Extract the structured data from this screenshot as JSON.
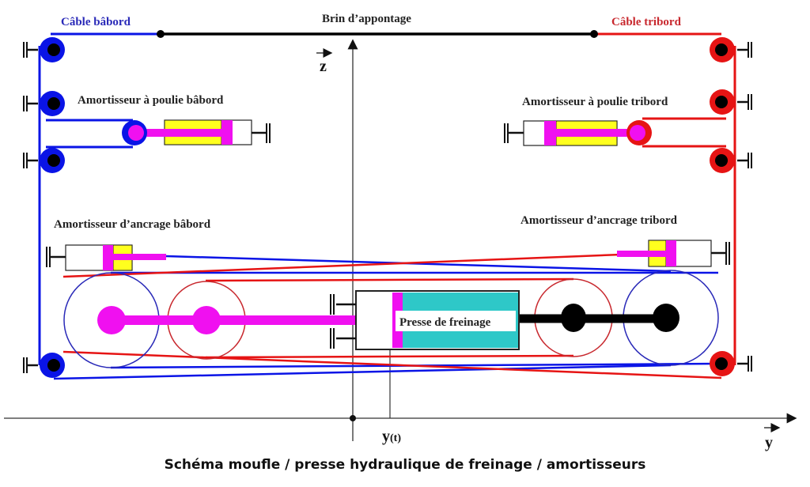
{
  "labels": {
    "cable_babord": "Câble bâbord",
    "cable_tribord": "Câble tribord",
    "brin": "Brin d’appontage",
    "amort_poulie_babord": "Amortisseur à poulie bâbord",
    "amort_poulie_tribord": "Amortisseur à poulie tribord",
    "amort_ancrage_babord": "Amortisseur d’ancrage bâbord",
    "amort_ancrage_tribord": "Amortisseur d’ancrage tribord",
    "presse": "Presse de freinage",
    "axis_z": "z",
    "axis_y": "y",
    "y_t_main": "y",
    "y_t_sub": "(t)"
  },
  "caption": "Schéma moufle / presse hydraulique de freinage / amortisseurs",
  "colors": {
    "babord": "#0a14e6",
    "tribord": "#e61414",
    "piston": "#f010f0",
    "damper_fluid": "#ffff1e",
    "press_fluid": "#2ec8c8",
    "cable_black": "#000000"
  }
}
